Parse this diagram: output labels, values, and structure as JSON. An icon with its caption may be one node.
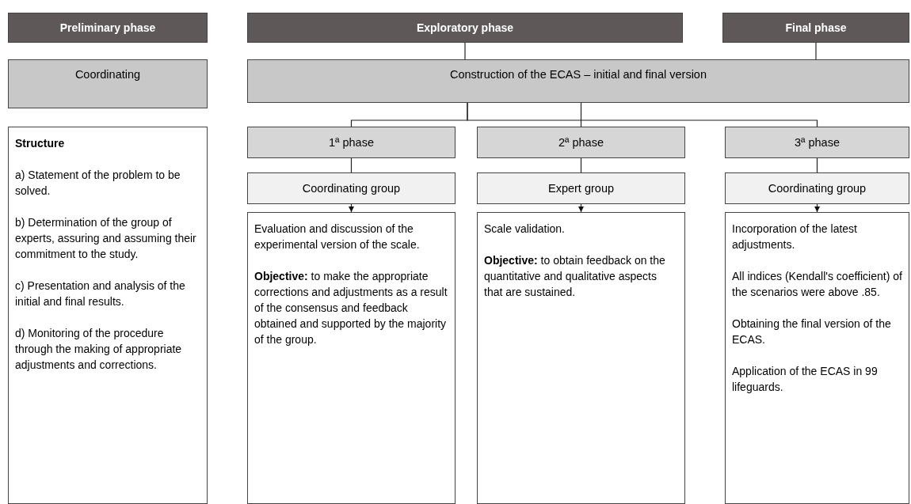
{
  "diagram": {
    "nodes": [
      {
        "text": [
          "Preliminary phase"
        ]
      },
      {
        "text": [
          "Exploratory phase"
        ]
      },
      {
        "text": [
          "Final phase"
        ]
      },
      {
        "text": [
          "Coordinating"
        ]
      },
      {
        "text": [
          "Construction of the ECAS – initial and final version"
        ]
      },
      {
        "text": [
          "Structure",
          "a) Statement of the problem to be solved.",
          "b) Determination of the group of experts, assuring and assuming their commitment to the study.",
          "c) Presentation and analysis of the initial and final results.",
          "d) Monitoring of the procedure through the making of appropriate adjustments and corrections."
        ]
      },
      {
        "text": [
          "1ª phase"
        ]
      },
      {
        "text": [
          "2ª phase"
        ]
      },
      {
        "text": [
          "3ª phase"
        ]
      },
      {
        "text": [
          "Coordinating group"
        ]
      },
      {
        "text": [
          "Expert group"
        ]
      },
      {
        "text": [
          "Coordinating group"
        ]
      },
      {
        "text": [
          "Evaluation and discussion of the experimental version of the scale.",
          "**Objective:** to make the appropriate corrections and adjustments as a result of the consensus and feedback obtained and supported by the majority of the group."
        ]
      },
      {
        "text": [
          "Scale validation.",
          "**Objective:** to obtain feedback on the quantitative and qualitative aspects that are sustained."
        ]
      },
      {
        "text": [
          "Incorporation of the latest adjustments.",
          "All indices (Kendall's coefficient) of the scenarios were above .85.",
          "Obtaining the final version of the ECAS.",
          "Application of the ECAS in 99 lifeguards."
        ]
      }
    ],
    "edges": [
      {
        "from": 1,
        "to": 4,
        "arrow": "none"
      },
      {
        "from": 2,
        "to": 4,
        "arrow": "none"
      },
      {
        "from": 4,
        "to": 6,
        "arrow": "none"
      },
      {
        "from": 4,
        "to": 7,
        "arrow": "none"
      },
      {
        "from": 4,
        "to": 8,
        "arrow": "none"
      },
      {
        "from": 6,
        "to": 9,
        "arrow": "none"
      },
      {
        "from": 7,
        "to": 10,
        "arrow": "none"
      },
      {
        "from": 8,
        "to": 11,
        "arrow": "none"
      },
      {
        "from": 9,
        "to": 12,
        "arrow": "to"
      },
      {
        "from": 10,
        "to": 13,
        "arrow": "to"
      },
      {
        "from": 11,
        "to": 14,
        "arrow": "to"
      }
    ]
  }
}
